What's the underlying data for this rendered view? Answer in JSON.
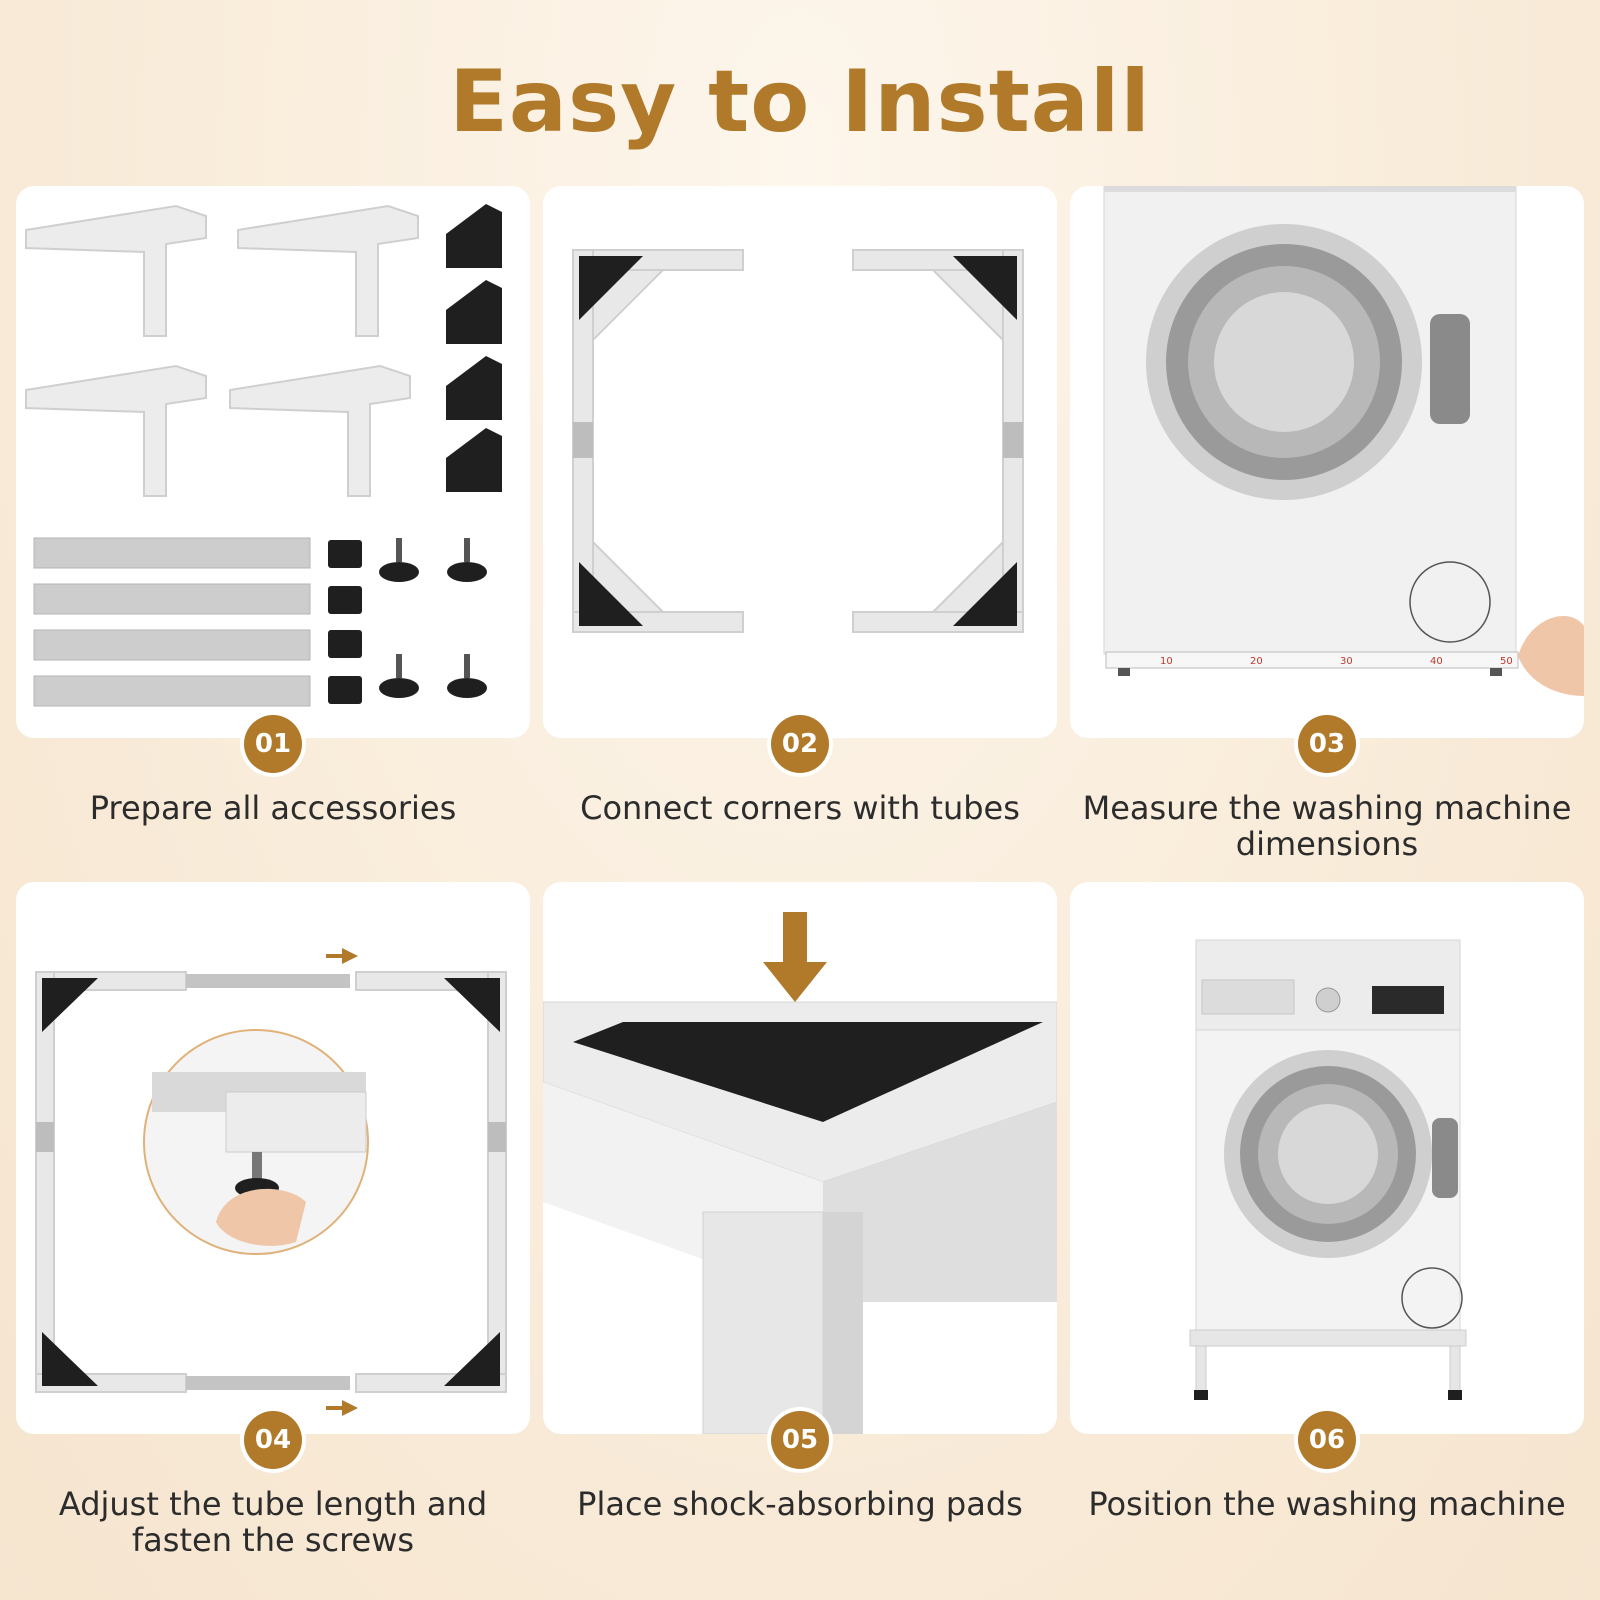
{
  "title": "Easy to Install",
  "steps": [
    {
      "number": "01",
      "caption": "Prepare all accessories"
    },
    {
      "number": "02",
      "caption": "Connect corners with tubes"
    },
    {
      "number": "03",
      "caption": "Measure the washing machine dimensions"
    },
    {
      "number": "04",
      "caption": "Adjust the tube length and fasten the screws"
    },
    {
      "number": "05",
      "caption": "Place shock-absorbing pads"
    },
    {
      "number": "06",
      "caption": "Position the washing machine"
    }
  ],
  "measure_tape": {
    "marks": [
      "10",
      "20",
      "30",
      "40",
      "50"
    ]
  },
  "colors": {
    "accent": "#b07a2a",
    "pad": "#1f1f1f",
    "frame": "#e4e4e4",
    "tube": "#c9c9c9",
    "panel": "#ffffff"
  }
}
